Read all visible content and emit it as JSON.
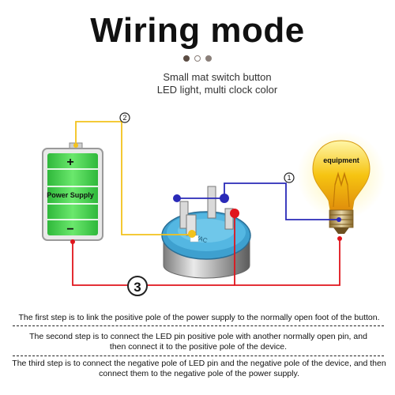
{
  "title": "Wiring mode",
  "pager_dots": [
    {
      "color": "#5b4c43",
      "active": true
    },
    {
      "color": "#ffffff",
      "active": false
    },
    {
      "color": "#8a7f79",
      "active": false
    }
  ],
  "subtitle": {
    "line1": "Small mat switch button",
    "line2": "LED light, multi clock color"
  },
  "battery": {
    "label": "Power Supply",
    "plus": "+",
    "minus": "−",
    "color": "#3dd14a"
  },
  "bulb": {
    "label": "equipment",
    "color": "#f6c411"
  },
  "markers": {
    "one": "1",
    "two": "2",
    "three": "3"
  },
  "switch_text": "VAC",
  "wire_colors": {
    "yellow": "#f3c21c",
    "blue": "#2a2ab8",
    "red": "#e0141c"
  },
  "steps": [
    "The first step is to link the positive pole of the power supply to the normally open foot of the button.",
    "The second step is to connect the LED pin positive pole with another normally open pin, and then connect it to the positive pole of the device.",
    "The third step is to connect the negative pole of LED pin and the negative pole of the device, and then connect them to the negative pole of the power supply."
  ]
}
